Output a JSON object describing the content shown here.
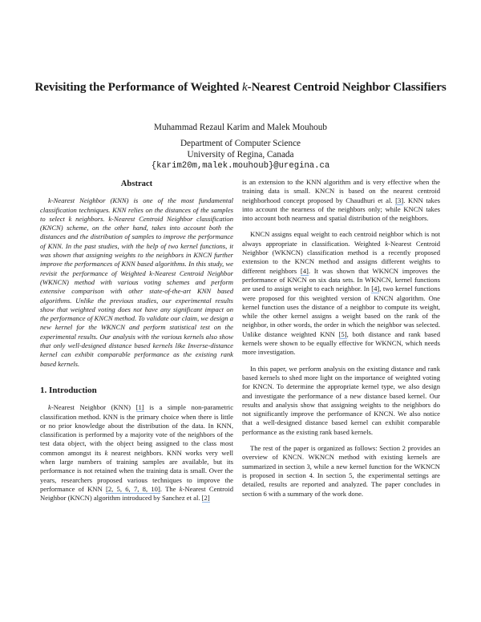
{
  "paper": {
    "title_before_k": "Revisiting the Performance of Weighted ",
    "title_k": "k",
    "title_after_k": "-Nearest Centroid Neighbor Classifiers",
    "authors": "Muhammad Rezaul Karim and Malek Mouhoub",
    "department": "Department of Computer Science",
    "university": "University of Regina, Canada",
    "email": "{karim20m,malek.mouhoub}@uregina.ca"
  },
  "abstract": {
    "heading": "Abstract",
    "text": "k-Nearest Neighbor (KNN) is one of the most fundamental classification techniques. KNN relies on the distances of the samples to select k neighbors. k-Nearest Centroid Neighbor classification (KNCN) scheme, on the other hand, takes into account both the distances and the distribution of samples to improve the performance of KNN. In the past studies, with the help of two kernel functions, it was shown that assigning weights to the neighbors in KNCN further improve the performances of KNN based algorithms. In this study, we revisit the performance of Weighted k-Nearest Centroid Neighbor (WKNCN) method with various voting schemes and perform extensive comparison with other state-of-the-art KNN based algorithms. Unlike the previous studies, our experimental results show that weighted voting does not have any significant impact on the performance of KNCN method. To validate our claim, we design a new kernel for the WKNCN and perform statistical test on the experimental results. Our analysis with the various kernels also show that only well-designed distance based kernels like Inverse-distance kernel can exhibit comparable performance as the existing rank based kernels."
  },
  "introduction": {
    "heading": "1. Introduction",
    "p1": {
      "a": "k",
      "b": "-Nearest Neighbor (KNN) ",
      "cite1": "[1]",
      "c": " is a simple non-parametric classification method. KNN is the primary choice when there is little or no prior knowledge about the distribution of the data. In KNN, classification is performed by a majority vote of the neighbors of the test data object, with the object being assigned to the class most common amongst its ",
      "k2": "k",
      "d": " nearest neighbors. KNN works very well when large numbers of training samples are available, but its performance is not retained when the training data is small. Over the years, researchers proposed various techniques to improve the performance of KNN ",
      "cite2": "[2, 5, 6, 7, 8, 10]",
      "e": ". The ",
      "k3": "k",
      "f": "-Nearest Centroid Neighbor (KNCN) algorithm introduced by Sanchez et al. ",
      "cite3": "[2]",
      "g": " is an extension to the KNN algorithm and is very effective when the training data is small. KNCN is based on the nearest centroid neighborhood concept proposed by Chaudhuri et al. ",
      "cite4": "[3]",
      "h": ". KNN takes into account the nearness of the neighbors only; while KNCN takes into account both nearness and spatial distribution of the neighbors."
    },
    "p2": {
      "a": "KNCN assigns equal weight to each centroid neighbor which is not always appropriate in classification. Weighted ",
      "k": "k",
      "b": "-Nearest Centroid Neighbor (WKNCN) classification method is a recently proposed extension to the KNCN method and assigns different weights to different neighbors ",
      "cite1": "[4]",
      "c": ". It was shown that WKNCN improves the performance of KNCN on six data sets. In WKNCN, kernel functions are used to assign weight to each neighbor. In ",
      "cite2": "[4]",
      "d": ", two kernel functions were proposed for this weighted version of KNCN algorithm. One kernel function uses the distance of a neighbor to compute its weight, while the other kernel assigns a weight based on the rank of the neighbor, in other words, the order in which the neighbor was selected. Unlike distance weighted KNN ",
      "cite3": "[5]",
      "e": ", both distance and rank based kernels were shown to be equally effective for WKNCN, which needs more investigation."
    },
    "p3": "In this paper, we perform analysis on the existing distance and rank based kernels to shed more light on the importance of weighted voting for KNCN. To determine the appropriate kernel type, we also design and investigate the performance of a new distance based kernel. Our results and analysis show that assigning weights to the neighbors do not significantly improve the performance of KNCN. We also notice that a well-designed distance based kernel can exhibit comparable performance as the existing rank based kernels.",
    "p4": "The rest of the paper is organized as follows: Section 2 provides an overview of KNCN. WKNCN method with existing kernels are summarized in section 3, while a new kernel function for the WKNCN is proposed in section 4. In section 5, the experimental settings are detailed, results are reported and analyzed. The paper concludes in section 6 with a summary of the work done."
  }
}
